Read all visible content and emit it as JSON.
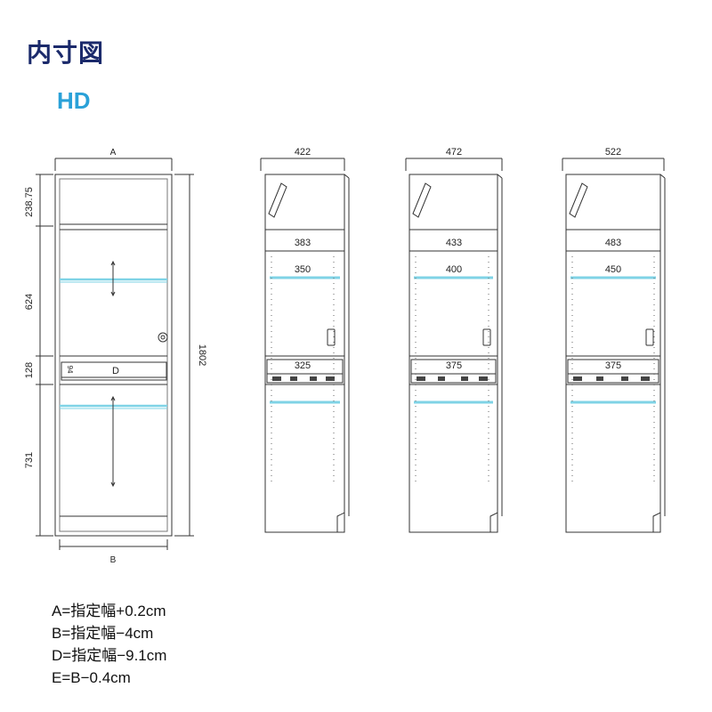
{
  "title": "内寸図",
  "subtitle": "HD",
  "diagram": {
    "main": {
      "width_label_top": "A",
      "width_label_bottom": "B",
      "height_total": "1802",
      "section_heights": [
        "238.75",
        "624",
        "128",
        "731"
      ],
      "drawer_label": "D",
      "drawer_small_label": "94"
    },
    "variants": [
      {
        "outer": "422",
        "inner": "383",
        "shelf": "350",
        "drawer": "325"
      },
      {
        "outer": "472",
        "inner": "433",
        "shelf": "400",
        "drawer": "375"
      },
      {
        "outer": "522",
        "inner": "483",
        "shelf": "450",
        "drawer": "375"
      }
    ],
    "accent_color": "#7fd3e6",
    "line_color": "#333333"
  },
  "notes": [
    "A=指定幅+0.2cm",
    "B=指定幅−4cm",
    "D=指定幅−9.1cm",
    "E=B−0.4cm"
  ]
}
